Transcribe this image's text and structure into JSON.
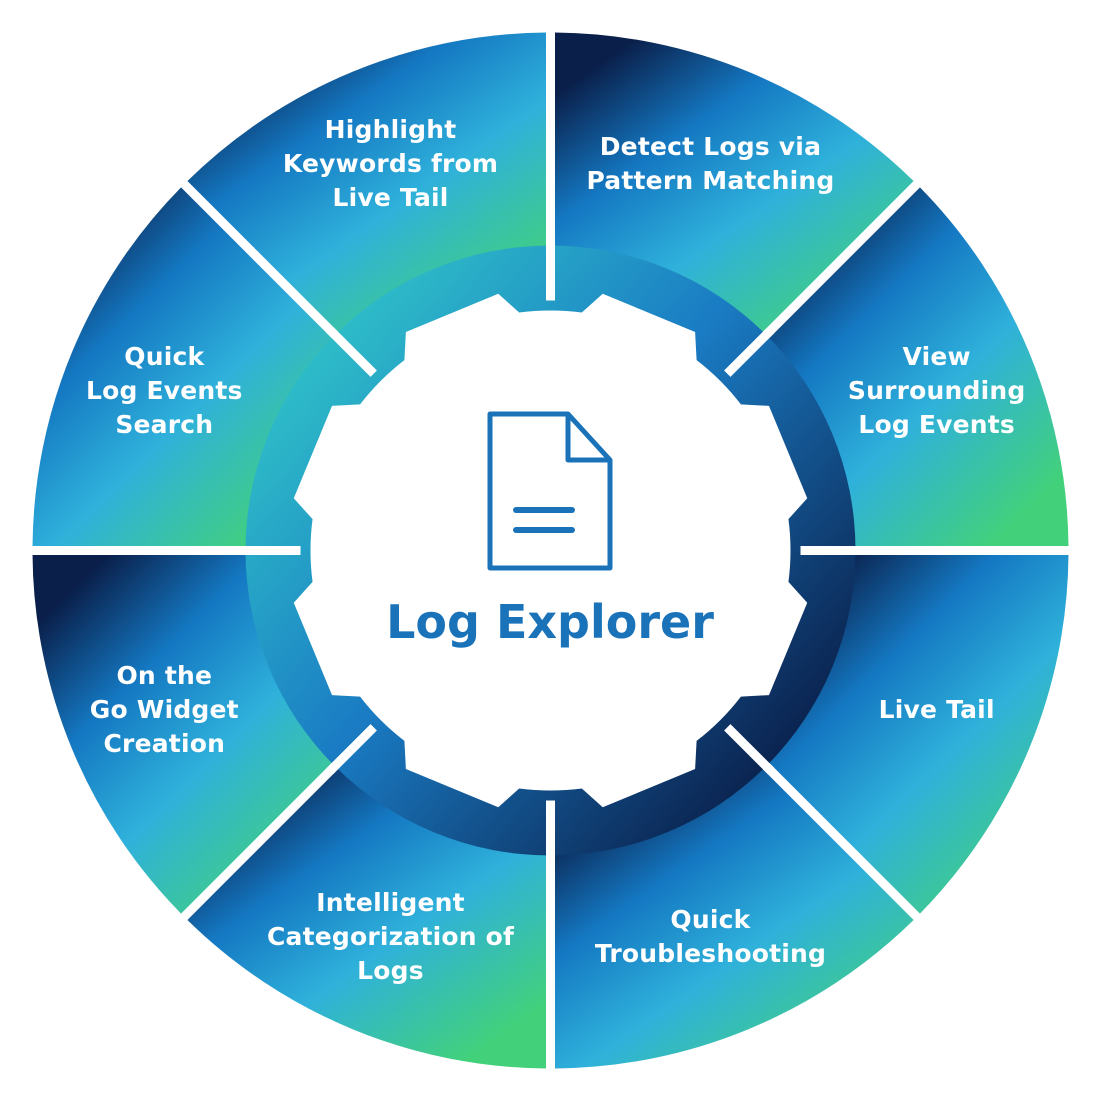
{
  "center": {
    "title": "Log Explorer",
    "icon": "document-icon"
  },
  "segments": [
    {
      "id": "detect-logs",
      "label": "Detect Logs via\nPattern Matching"
    },
    {
      "id": "view-surrounding",
      "label": "View\nSurrounding\nLog Events"
    },
    {
      "id": "live-tail",
      "label": "Live Tail"
    },
    {
      "id": "quick-troubleshooting",
      "label": "Quick\nTroubleshooting"
    },
    {
      "id": "intelligent-categorization",
      "label": "Intelligent\nCategorization of\nLogs"
    },
    {
      "id": "on-the-go-widget",
      "label": "On the\nGo Widget\nCreation"
    },
    {
      "id": "quick-log-events-search",
      "label": "Quick\nLog Events\nSearch"
    },
    {
      "id": "highlight-keywords",
      "label": "Highlight\nKeywords from\nLive Tail"
    }
  ],
  "colors": {
    "navy": "#0a1f4a",
    "blue": "#1478c2",
    "cyan": "#2fb1db",
    "green": "#42d17a",
    "title": "#1a73b9",
    "icon": "#1a73b9"
  }
}
